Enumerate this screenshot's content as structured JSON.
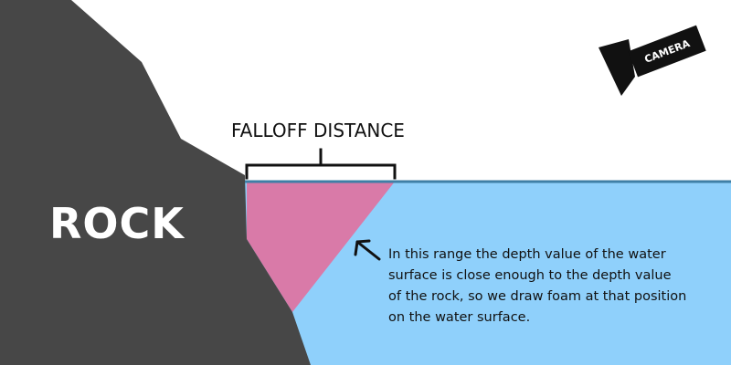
{
  "labels": {
    "rock": "ROCK",
    "falloff_distance": "FALLOFF DISTANCE",
    "camera": "CAMERA",
    "note_lines": [
      "In this range the depth value of the water",
      "surface is close enough to the depth value",
      "of the rock, so we draw foam at that position",
      "on the water surface."
    ]
  },
  "colors": {
    "rock": "#474747",
    "water": "#8fd0fb",
    "water_surface_line": "#3f7fa6",
    "foam_region": "#d97aa8",
    "camera": "#111111",
    "background": "#ffffff"
  },
  "icons": {
    "camera": "camera-icon",
    "arrow": "arrow-icon",
    "bracket": "bracket-icon"
  }
}
